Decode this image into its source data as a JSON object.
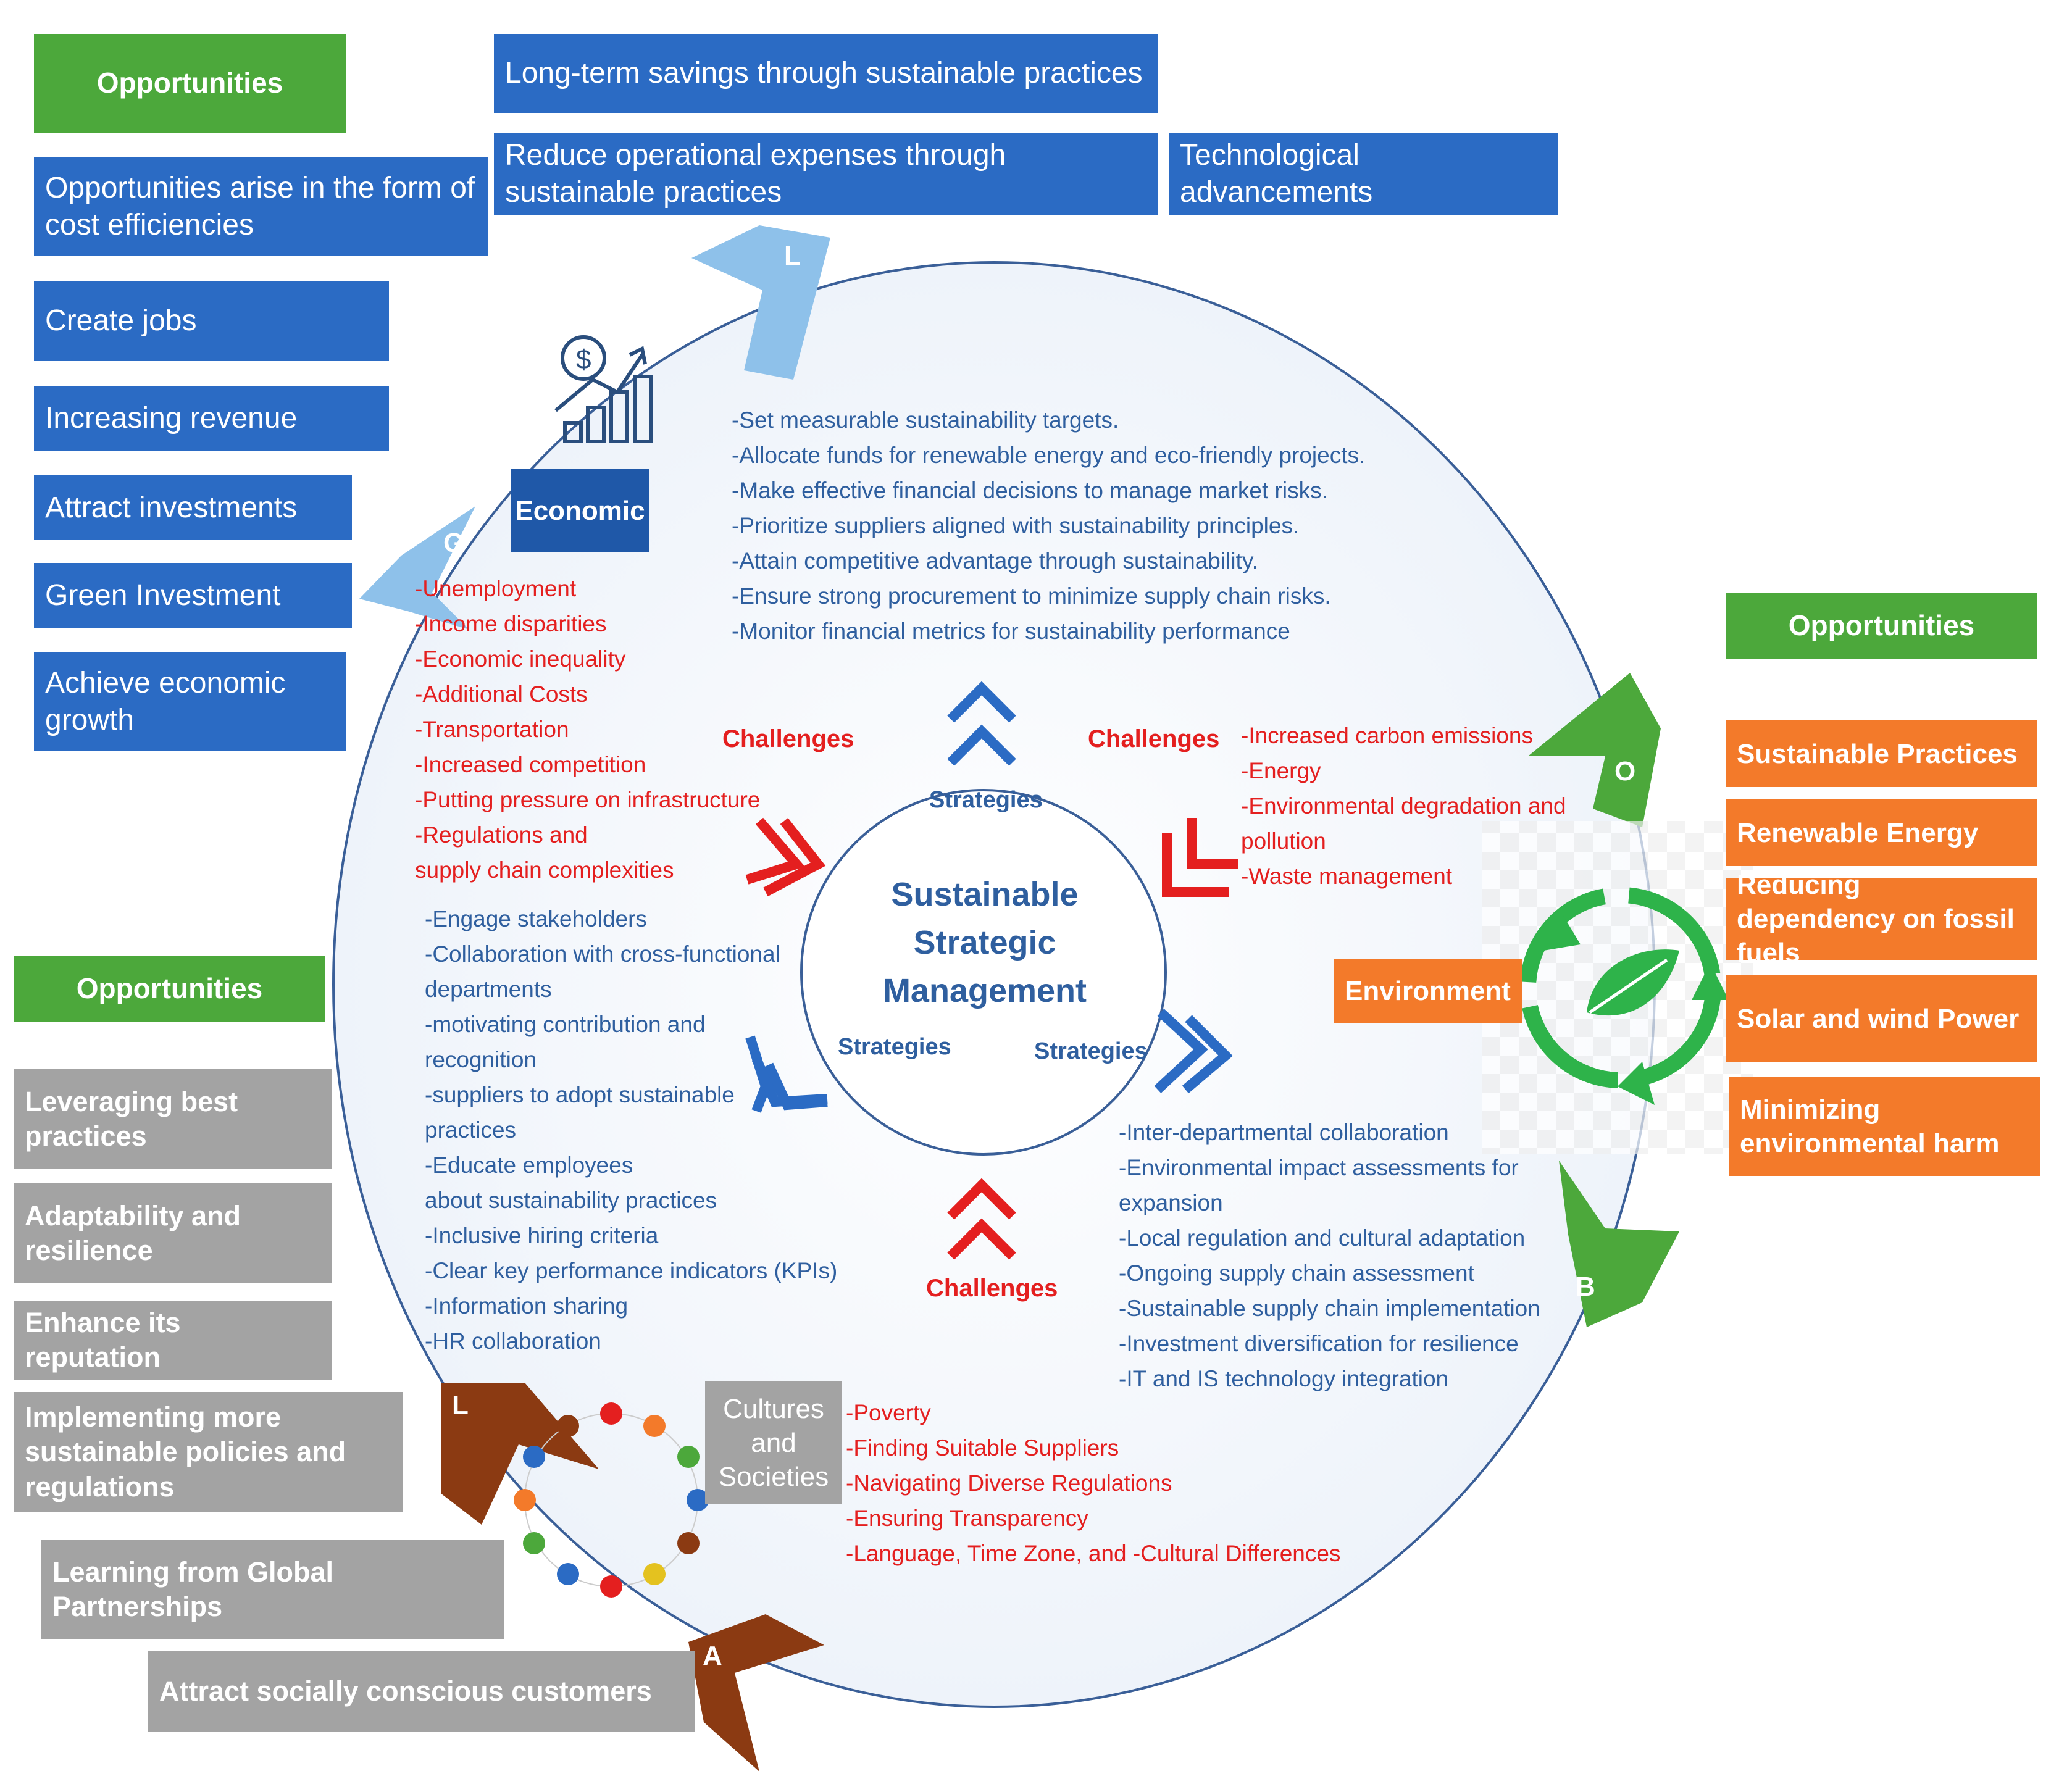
{
  "top_blue": {
    "long_term": "Long-term savings through sustainable practices",
    "reduce_ops": "Reduce operational expenses through sustainable practices",
    "tech": "Technological advancements"
  },
  "economic": {
    "opportunities_label": "Opportunities",
    "items": [
      "Opportunities arise in the form of cost efficiencies",
      "Create jobs",
      "Increasing revenue",
      "Attract investments",
      "Green Investment",
      "Achieve economic growth"
    ],
    "label": "Economic",
    "strategies": [
      "-Set measurable sustainability targets.",
      "-Allocate funds for renewable energy and eco-friendly projects.",
      "-Make effective financial decisions to manage market risks.",
      "-Prioritize suppliers aligned with sustainability principles.",
      "-Attain competitive advantage through sustainability.",
      "-Ensure strong procurement to minimize supply chain risks.",
      "-Monitor financial metrics for sustainability performance"
    ],
    "challenges": [
      "-Unemployment",
      "-Income disparities",
      "-Economic inequality",
      "-Additional Costs",
      "-Transportation",
      "-Increased competition",
      "-Putting pressure on infrastructure",
      "-Regulations and",
      "supply chain complexities"
    ]
  },
  "environment": {
    "opportunities_label": "Opportunities",
    "items": [
      "Sustainable Practices",
      "Renewable Energy",
      "Reducing dependency on fossil fuels",
      "Solar and wind Power",
      "Minimizing environmental harm"
    ],
    "label": "Environment",
    "challenges": [
      "-Increased carbon emissions",
      "-Energy",
      "-Environmental degradation and",
      "pollution",
      "-Waste management"
    ],
    "strategies": [
      "-Inter-departmental collaboration",
      "-Environmental impact assessments for",
      "expansion",
      "-Local regulation and cultural adaptation",
      "-Ongoing supply chain assessment",
      "-Sustainable supply chain implementation",
      "-Investment diversification for resilience",
      "-IT and IS technology integration"
    ]
  },
  "social": {
    "opportunities_label": "Opportunities",
    "items": [
      "Leveraging best practices",
      "Adaptability and resilience",
      "Enhance its reputation",
      "Implementing more sustainable policies and regulations",
      "Learning from Global Partnerships",
      "Attract socially conscious customers"
    ],
    "label": "Cultures and Societies",
    "strategies": [
      "-Engage stakeholders",
      "-Collaboration with cross-functional",
      "departments",
      "-motivating contribution and",
      "recognition",
      "-suppliers to adopt sustainable",
      "practices",
      "-Educate employees",
      "about sustainability practices",
      "-Inclusive hiring criteria",
      "-Clear key performance indicators (KPIs)",
      "-Information sharing",
      "-HR collaboration"
    ],
    "challenges": [
      "-Poverty",
      "-Finding Suitable Suppliers",
      "-Navigating Diverse Regulations",
      "-Ensuring Transparency",
      "-Language, Time Zone, and -Cultural Differences"
    ]
  },
  "center": {
    "title": "Sustainable Strategic Management",
    "strategies_label": "Strategies",
    "challenges_label": "Challenges"
  },
  "letters": [
    "L",
    "G",
    "O",
    "B",
    "L",
    "A"
  ],
  "colors": {
    "blue": "#2b6bc4",
    "green": "#4ca83b",
    "orange": "#f37a2a",
    "gray": "#a3a3a3",
    "red": "#e41f1f",
    "brown": "#8b3a12",
    "light_blue": "#8ec1ea"
  }
}
